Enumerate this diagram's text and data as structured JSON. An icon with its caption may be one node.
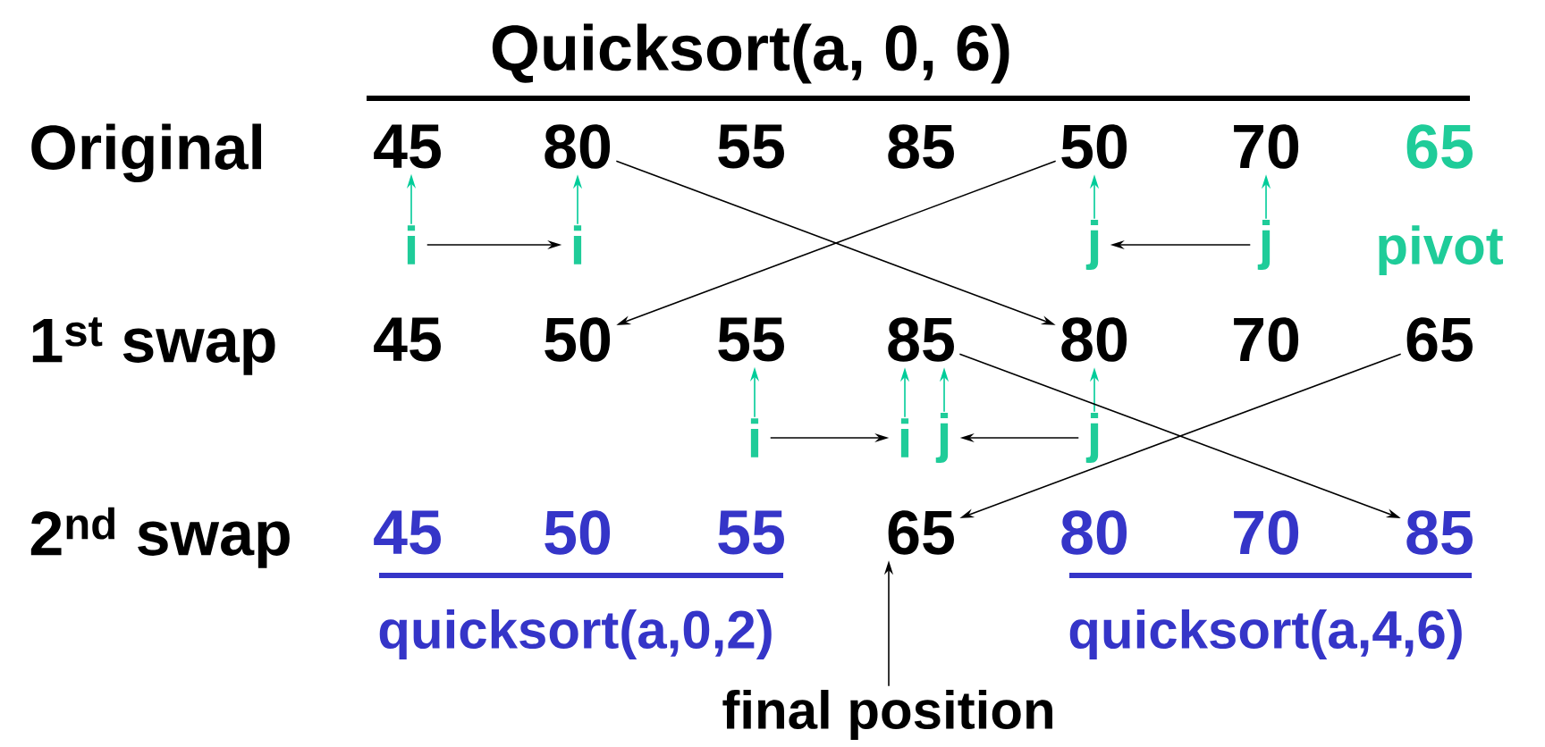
{
  "diagram": {
    "title": "Quicksort(a, 0, 6)",
    "nodes": [
      {
        "text": [
          "45"
        ]
      },
      {
        "text": [
          "80"
        ]
      },
      {
        "text": [
          "55"
        ]
      },
      {
        "text": [
          "85"
        ]
      },
      {
        "text": [
          "50"
        ]
      },
      {
        "text": [
          "70"
        ]
      },
      {
        "text": [
          "65"
        ]
      },
      {
        "text": [
          "45"
        ]
      },
      {
        "text": [
          "50"
        ]
      },
      {
        "text": [
          "55"
        ]
      },
      {
        "text": [
          "85"
        ]
      },
      {
        "text": [
          "80"
        ]
      },
      {
        "text": [
          "70"
        ]
      },
      {
        "text": [
          "65"
        ]
      },
      {
        "text": [
          "45"
        ]
      },
      {
        "text": [
          "50"
        ]
      },
      {
        "text": [
          "55"
        ]
      },
      {
        "text": [
          "65"
        ]
      },
      {
        "text": [
          "80"
        ]
      },
      {
        "text": [
          "70"
        ]
      },
      {
        "text": [
          "85"
        ]
      },
      {
        "text": [
          "i"
        ]
      },
      {
        "text": [
          "i"
        ]
      },
      {
        "text": [
          "j"
        ]
      },
      {
        "text": [
          "j"
        ]
      },
      {
        "text": [
          "i"
        ]
      },
      {
        "text": [
          "i"
        ]
      },
      {
        "text": [
          "j"
        ]
      },
      {
        "text": [
          "j"
        ]
      },
      {
        "text": [
          "quicksort(a,0,2)"
        ]
      },
      {
        "text": [
          "quicksort(a,4,6)"
        ]
      },
      {
        "text": [
          "final position"
        ]
      }
    ],
    "edges": [
      {
        "from": 21,
        "to": 0,
        "arrow": "to",
        "color": "#00cc99"
      },
      {
        "from": 22,
        "to": 1,
        "arrow": "to",
        "color": "#00cc99"
      },
      {
        "from": 23,
        "to": 4,
        "arrow": "to",
        "color": "#00cc99"
      },
      {
        "from": 24,
        "to": 5,
        "arrow": "to",
        "color": "#00cc99"
      },
      {
        "from": 21,
        "to": 22,
        "arrow": "to"
      },
      {
        "from": 24,
        "to": 23,
        "arrow": "to"
      },
      {
        "from": 1,
        "to": 11,
        "arrow": "to"
      },
      {
        "from": 4,
        "to": 8,
        "arrow": "to"
      },
      {
        "from": 25,
        "to": 9,
        "arrow": "to",
        "color": "#00cc99"
      },
      {
        "from": 26,
        "to": 10,
        "arrow": "to",
        "color": "#00cc99"
      },
      {
        "from": 27,
        "to": 10,
        "arrow": "to",
        "color": "#00cc99"
      },
      {
        "from": 28,
        "to": 11,
        "arrow": "to",
        "color": "#00cc99"
      },
      {
        "from": 25,
        "to": 26,
        "arrow": "to"
      },
      {
        "from": 28,
        "to": 27,
        "arrow": "to"
      },
      {
        "from": 10,
        "to": 20,
        "arrow": "to"
      },
      {
        "from": 13,
        "to": 17,
        "arrow": "to"
      },
      {
        "from": 31,
        "to": 17,
        "arrow": "to"
      }
    ],
    "labels": [
      "Original",
      "1$^{st}$ swap",
      "2$^{nd}$ swap",
      "pivot"
    ]
  }
}
